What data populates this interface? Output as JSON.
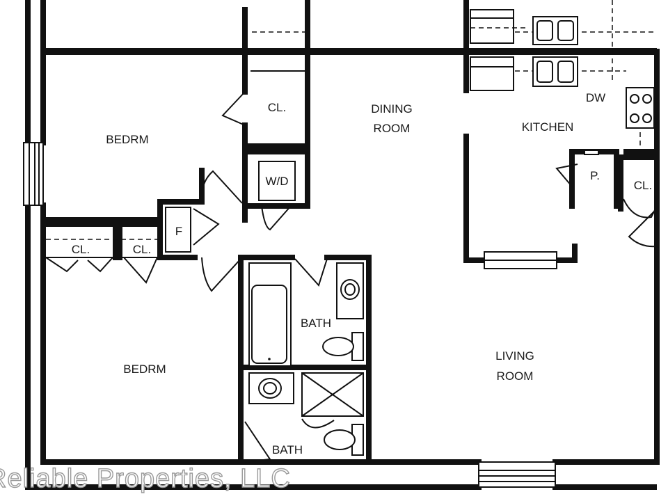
{
  "rooms": {
    "bedroom_top": "BEDRM",
    "bedroom_bottom": "BEDRM",
    "dining": [
      "DINING",
      "ROOM"
    ],
    "kitchen": "KITCHEN",
    "living": [
      "LIVING",
      "ROOM"
    ],
    "bath_main": "BATH",
    "bath_second": "BATH"
  },
  "fixtures": {
    "closet_top": "CL.",
    "closet_left_1": "CL.",
    "closet_left_2": "CL.",
    "closet_kitchen": "CL.",
    "washer_dryer": "W/D",
    "furnace": "F",
    "pantry": "P.",
    "dishwasher": "DW"
  },
  "watermark": "Reliable Properties, LLC"
}
